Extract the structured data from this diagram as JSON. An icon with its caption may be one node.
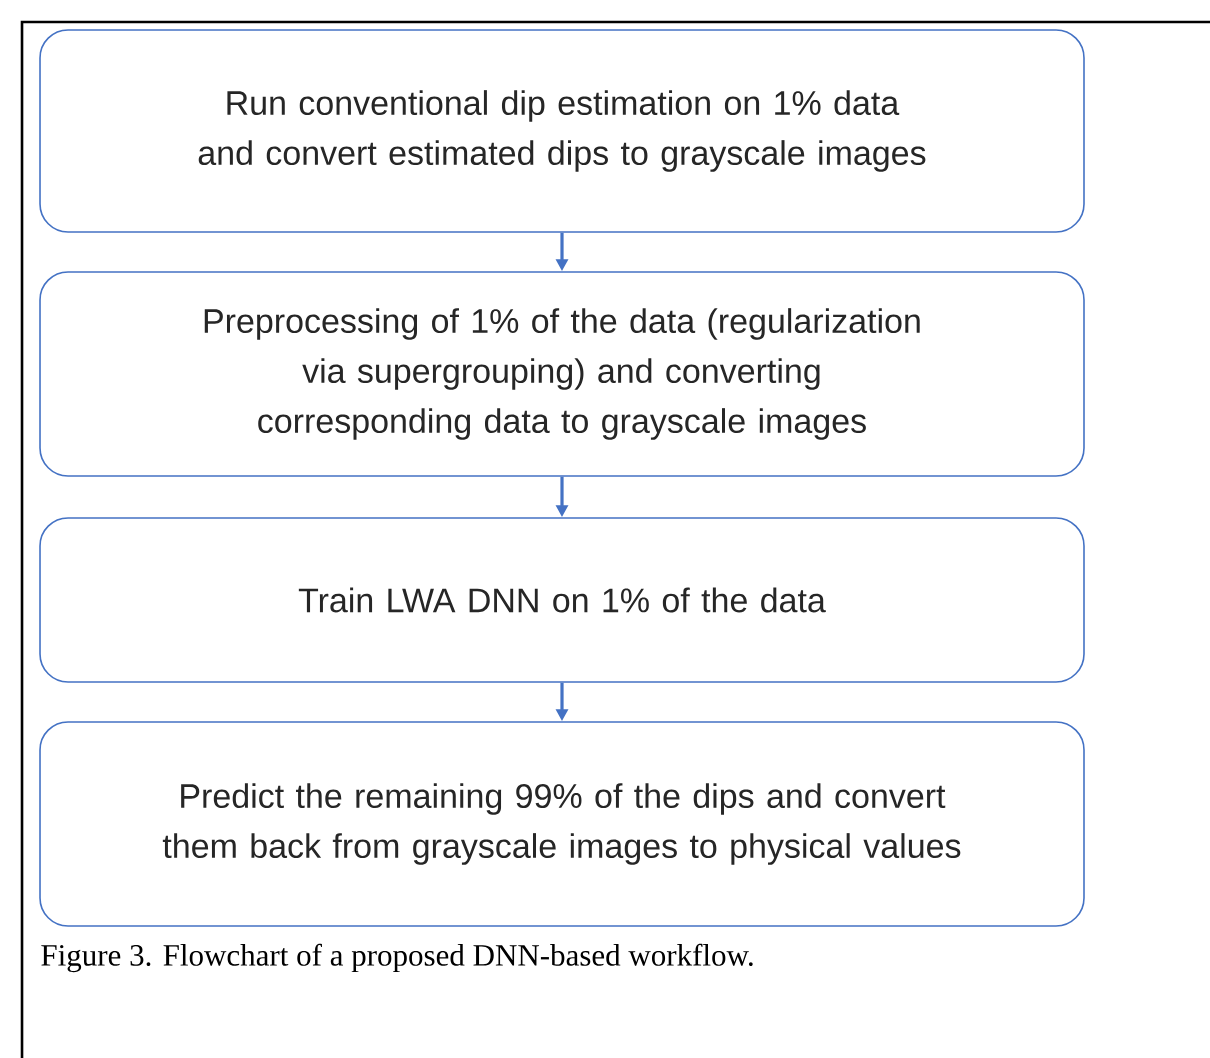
{
  "diagram": {
    "caption": "Figure 3. Flowchart of a proposed DNN-based workflow.",
    "nodes": [
      {
        "text": [
          "Run conventional dip estimation on 1% data and convert estimated dips to grayscale images"
        ]
      },
      {
        "text": [
          "Preprocessing of 1% of the data (regularization via supergrouping) and converting corresponding data to grayscale images"
        ]
      },
      {
        "text": [
          "Train LWA DNN on 1% of the data"
        ]
      },
      {
        "text": [
          "Predict the remaining 99% of the dips and convert them back from grayscale images to physical values"
        ]
      }
    ],
    "edges": [
      {
        "from": 0,
        "to": 1,
        "arrow": "to"
      },
      {
        "from": 1,
        "to": 2,
        "arrow": "to"
      },
      {
        "from": 2,
        "to": 3,
        "arrow": "to"
      }
    ]
  }
}
